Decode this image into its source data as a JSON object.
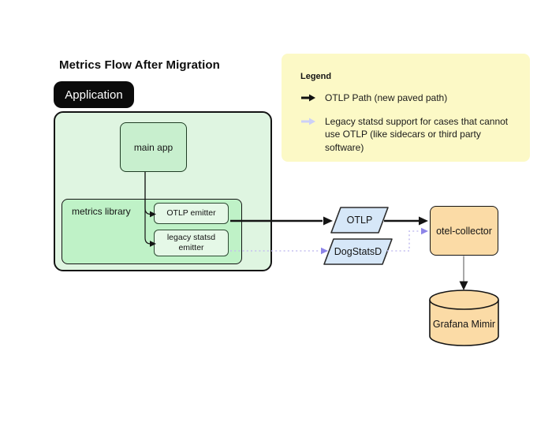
{
  "title": "Metrics Flow After Migration",
  "application_label": "Application",
  "nodes": {
    "main_app": "main app",
    "metrics_library": "metrics library",
    "otlp_emitter": "OTLP emitter",
    "legacy_statsd_emitter": "legacy statsd emitter",
    "otlp": "OTLP",
    "dogstatsd": "DogStatsD",
    "otel_collector": "otel-collector",
    "grafana_mimir": "Grafana Mimir"
  },
  "legend": {
    "title": "Legend",
    "items": [
      {
        "icon": "otlp-path-arrow-icon",
        "label": "OTLP Path (new paved path)"
      },
      {
        "icon": "legacy-path-arrow-icon",
        "label": "Legacy statsd support for cases that cannot use OTLP (like sidecars or third party software)"
      }
    ]
  },
  "colors": {
    "app_container": "#dff5e1",
    "library": "#bff2c7",
    "main_app": "#c8efce",
    "emitter": "#e5f8e7",
    "legend_bg": "#fcf9c6",
    "parallelogram": "#d6e7f8",
    "collector": "#fbdba6",
    "otlp_path": "#141414",
    "legacy_dots": "#c5c0f0",
    "legacy_arrowhead": "#8d84e8",
    "legend_legacy_arrow": "#ccd0f8"
  }
}
